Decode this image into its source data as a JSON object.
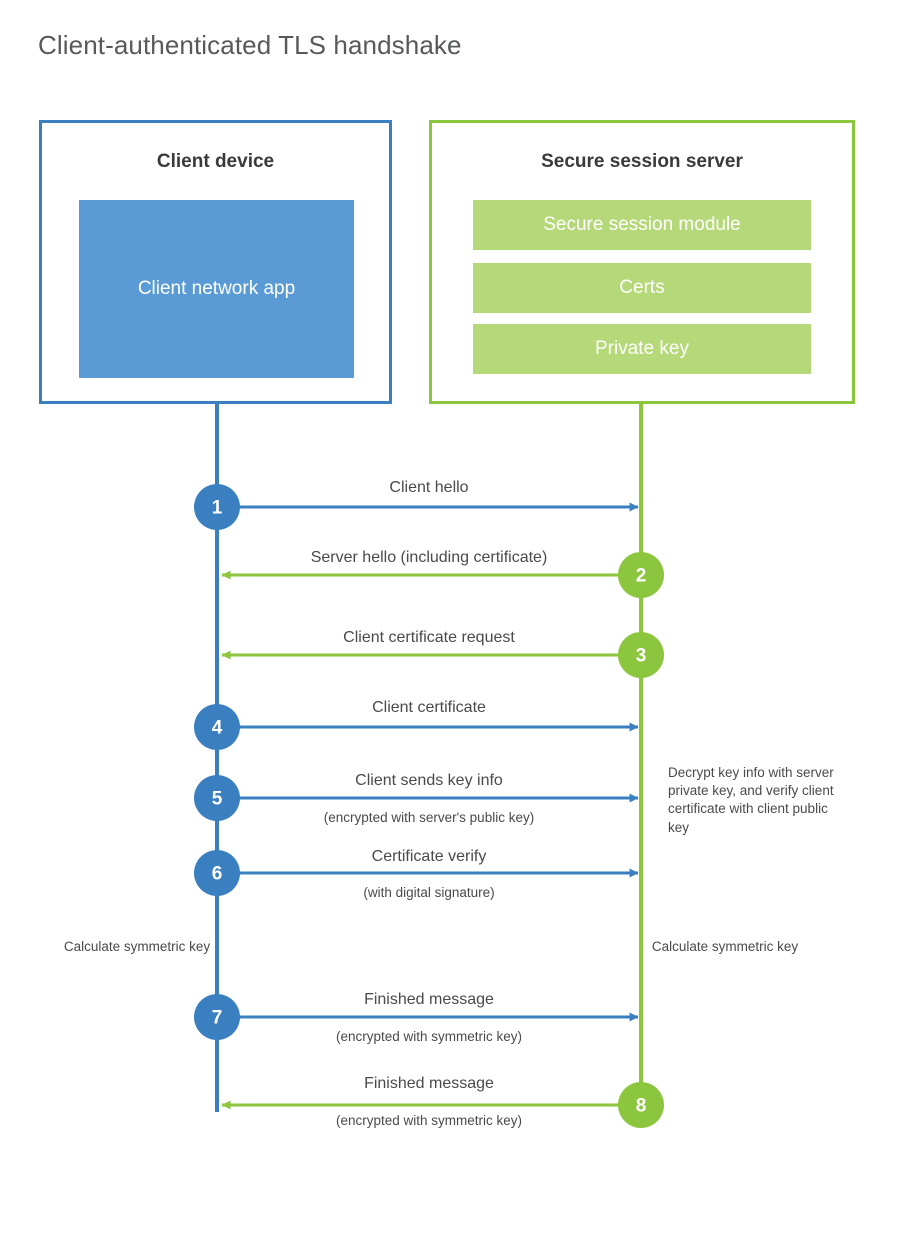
{
  "title": "Client-authenticated TLS handshake",
  "colors": {
    "client_blue": "#3a80c1",
    "client_app_fill": "#5b9bd5",
    "server_green": "#8cc63e",
    "server_bar_fill": "#b5d878",
    "text_gray": "#4a4a4a",
    "title_gray": "#58595b"
  },
  "entities": {
    "client": {
      "title": "Client device",
      "app_label": "Client network app"
    },
    "server": {
      "title": "Secure session server",
      "components": [
        "Secure session module",
        "Certs",
        "Private key"
      ]
    }
  },
  "steps": [
    {
      "number": "1",
      "label": "Client hello",
      "sub": "",
      "direction": "client-to-server",
      "color": "#3a80c1"
    },
    {
      "number": "2",
      "label": "Server hello (including certificate)",
      "sub": "",
      "direction": "server-to-client",
      "color": "#8cc63e"
    },
    {
      "number": "3",
      "label": "Client certificate request",
      "sub": "",
      "direction": "server-to-client",
      "color": "#8cc63e"
    },
    {
      "number": "4",
      "label": "Client certificate",
      "sub": "",
      "direction": "client-to-server",
      "color": "#3a80c1"
    },
    {
      "number": "5",
      "label": "Client sends key info",
      "sub": "(encrypted with server's public key)",
      "direction": "client-to-server",
      "color": "#3a80c1"
    },
    {
      "number": "6",
      "label": "Certificate verify",
      "sub": "(with digital signature)",
      "direction": "client-to-server",
      "color": "#3a80c1"
    },
    {
      "number": "7",
      "label": "Finished message",
      "sub": "(encrypted with symmetric key)",
      "direction": "client-to-server",
      "color": "#3a80c1"
    },
    {
      "number": "8",
      "label": "Finished message",
      "sub": "(encrypted with symmetric key)",
      "direction": "server-to-client",
      "color": "#8cc63e"
    }
  ],
  "annotations": {
    "server_decrypt_note": "Decrypt key info with server private key, and verify client certificate with client public key",
    "client_calc_key": "Calculate symmetric key",
    "server_calc_key": "Calculate symmetric key"
  }
}
